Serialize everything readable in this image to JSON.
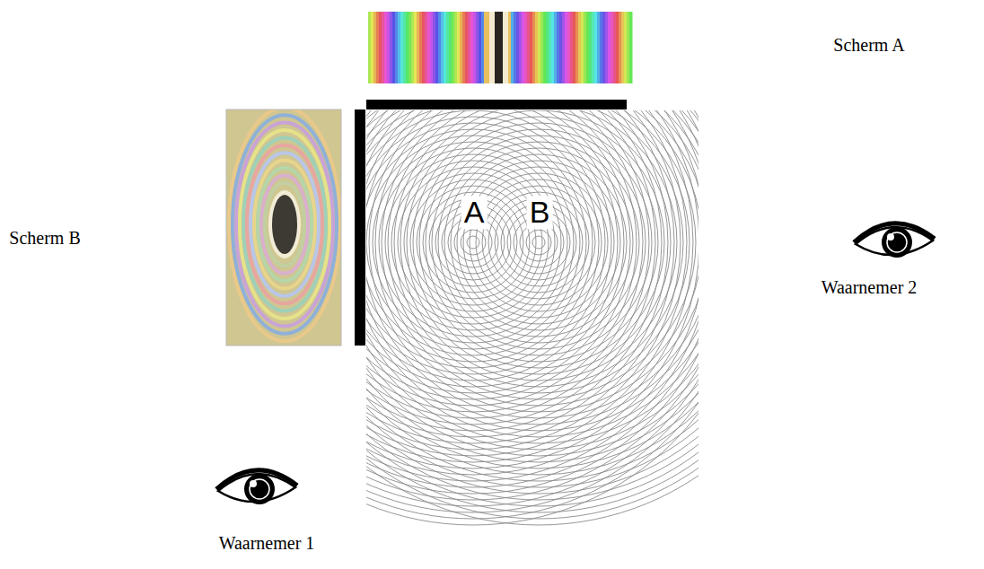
{
  "diagram": {
    "labels": [
      "Scherm A",
      "Scherm B",
      "A",
      "B",
      "Waarnemer 2",
      "Waarnemer 1"
    ]
  }
}
